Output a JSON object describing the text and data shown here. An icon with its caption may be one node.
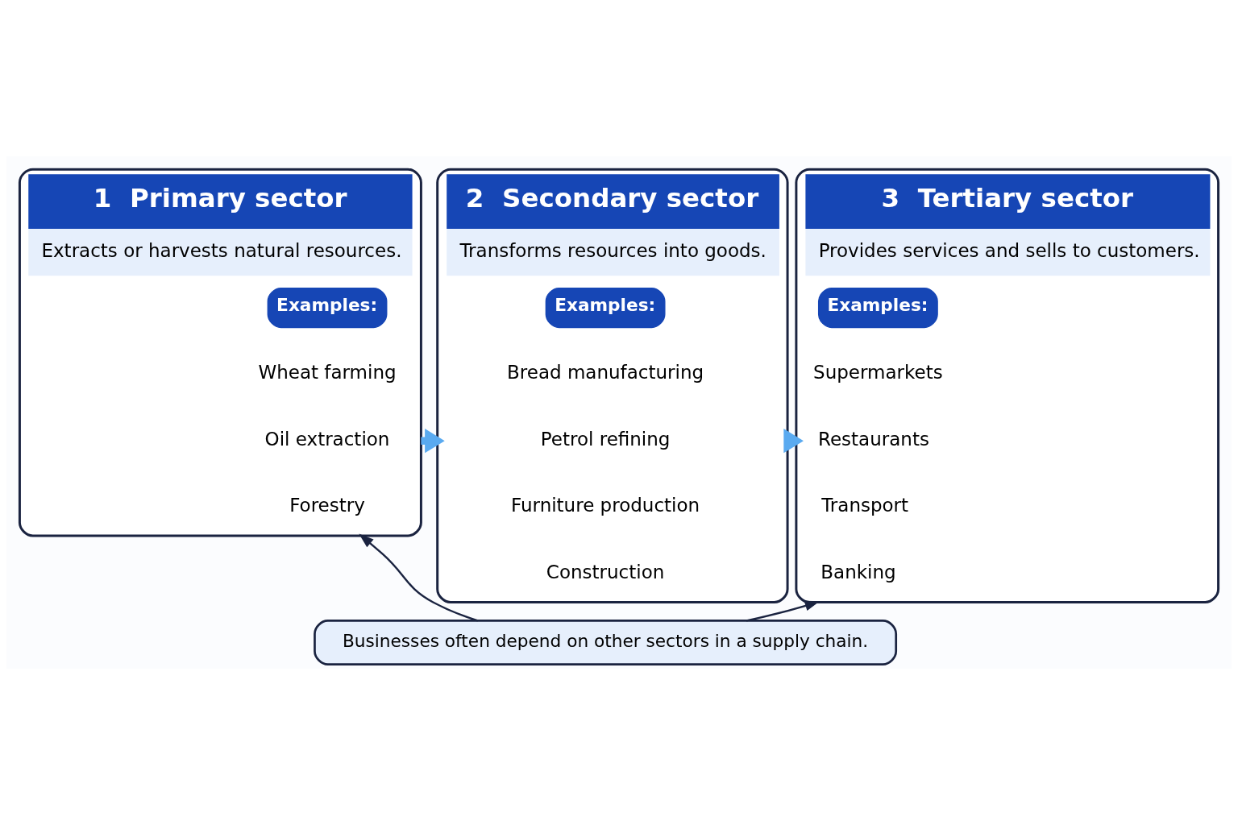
{
  "diagram": {
    "nodes": [
      {
        "text": [
          "1",
          "Primary sector",
          "Extracts or harvests natural resources."
        ]
      },
      {
        "text": [
          "Examples:"
        ],
        "in": 0
      },
      {
        "text": [
          "Wheat farming"
        ],
        "in": 0
      },
      {
        "text": [
          "Oil extraction"
        ],
        "in": 0
      },
      {
        "text": [
          "Forestry"
        ],
        "in": 0
      },
      {
        "text": [
          "2",
          "Secondary sector",
          "Transforms resources into goods."
        ]
      },
      {
        "text": [
          "Examples:"
        ],
        "in": 5
      },
      {
        "text": [
          "Bread manufacturing"
        ],
        "in": 5
      },
      {
        "text": [
          "Petrol refining"
        ],
        "in": 5
      },
      {
        "text": [
          "Furniture production"
        ],
        "in": 5
      },
      {
        "text": [
          "Construction"
        ],
        "in": 5
      },
      {
        "text": [
          "3",
          "Tertiary sector",
          "Provides services and sells to customers."
        ]
      },
      {
        "text": [
          "Examples:"
        ],
        "in": 11
      },
      {
        "text": [
          "Supermarkets"
        ],
        "in": 11
      },
      {
        "text": [
          "Restaurants"
        ],
        "in": 11
      },
      {
        "text": [
          "Transport"
        ],
        "in": 11
      },
      {
        "text": [
          "Banking"
        ],
        "in": 11
      },
      {
        "text": [
          "Businesses often depend on other sectors in a supply chain."
        ]
      }
    ],
    "edges": [
      {
        "from": 0,
        "to": 5,
        "arrow": "to",
        "style": "thick",
        "color": "#5aaaf0"
      },
      {
        "from": 5,
        "to": 11,
        "arrow": "to",
        "style": "thick",
        "color": "#5aaaf0"
      },
      {
        "from": 17,
        "to": 0,
        "arrow": "to",
        "color": "#1a2340"
      },
      {
        "from": 17,
        "to": 11,
        "arrow": "to",
        "color": "#1a2340"
      }
    ]
  }
}
